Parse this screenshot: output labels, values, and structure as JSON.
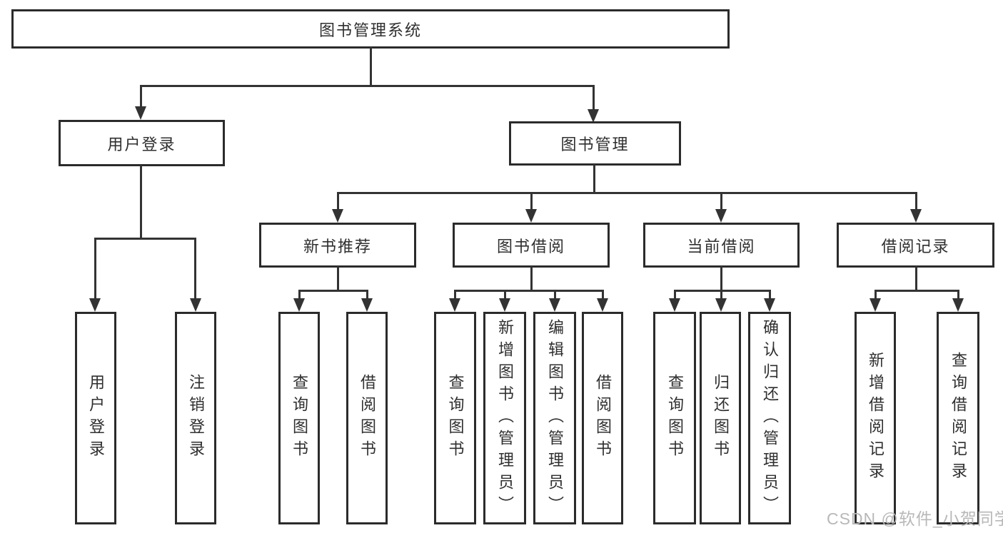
{
  "tree": {
    "root": {
      "label": "图书管理系统"
    },
    "branches": [
      {
        "label": "用户登录",
        "leaves": [
          {
            "label": "用户登录"
          },
          {
            "label": "注销登录"
          }
        ]
      },
      {
        "label": "图书管理",
        "sections": [
          {
            "label": "新书推荐",
            "leaves": [
              {
                "label": "查询图书"
              },
              {
                "label": "借阅图书"
              }
            ]
          },
          {
            "label": "图书借阅",
            "leaves": [
              {
                "label": "查询图书"
              },
              {
                "label": "新增图书（管理员）"
              },
              {
                "label": "编辑图书（管理员）"
              },
              {
                "label": "借阅图书"
              }
            ]
          },
          {
            "label": "当前借阅",
            "leaves": [
              {
                "label": "查询图书"
              },
              {
                "label": "归还图书"
              },
              {
                "label": "确认归还（管理员）"
              }
            ]
          },
          {
            "label": "借阅记录",
            "leaves": [
              {
                "label": "新增借阅记录"
              },
              {
                "label": "查询借阅记录"
              }
            ]
          }
        ]
      }
    ]
  },
  "watermark": {
    "label": "CSDN @软件_小贺同学"
  },
  "colors": {
    "line": "#333333",
    "border": "#2b2b2b",
    "text": "#2f2f2f",
    "watermark_text": "#b8b8b8",
    "background": "#ffffff"
  }
}
